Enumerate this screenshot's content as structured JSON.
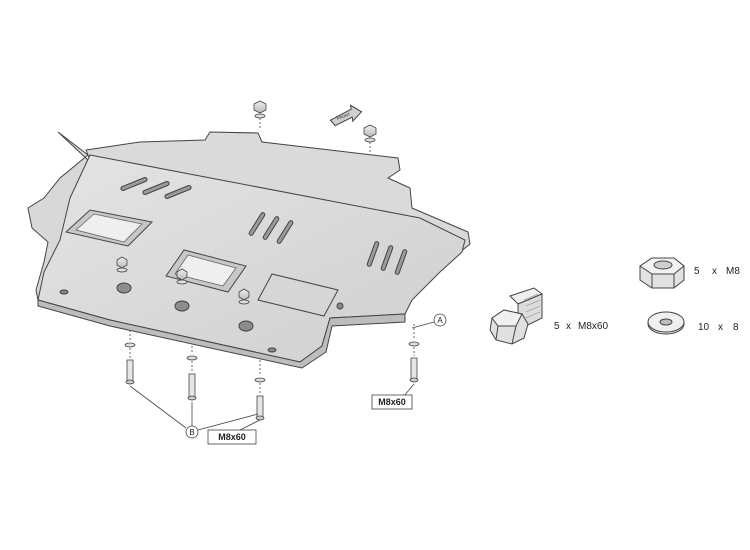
{
  "diagram": {
    "callouts": {
      "a": "A",
      "b": "B"
    },
    "labels": {
      "bolt_left": "M8x60",
      "bolt_right": "M8x60"
    },
    "arrow_text": "FRONT",
    "legend": {
      "nut_qty": "5",
      "nut_x": "x",
      "nut_size": "M8",
      "bolt_qty": "5",
      "bolt_x": "x",
      "bolt_size": "M8x60",
      "washer_qty": "10",
      "washer_x": "x",
      "washer_size": "8"
    }
  }
}
